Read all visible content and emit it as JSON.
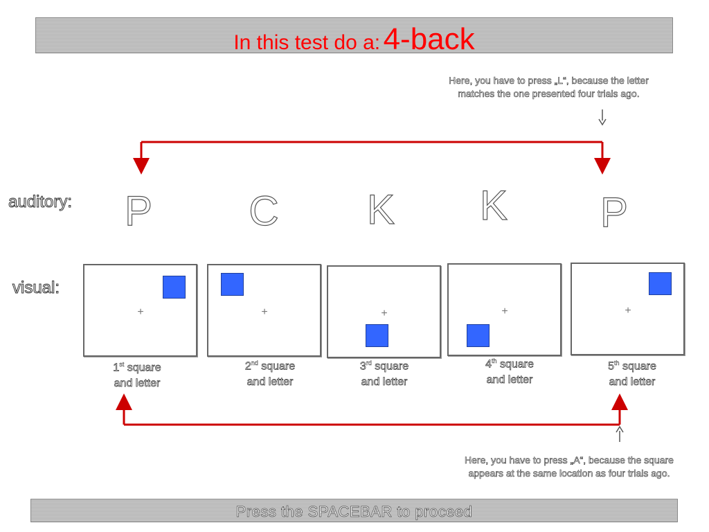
{
  "title": {
    "prefix": "In this test do a:",
    "emphasis": "4-back"
  },
  "top_note": "Here, you have to press „L“, because the letter\nmatches the one presented four  trials ago.",
  "bottom_note": "Here, you have to press „A“, because the square\nappears at the same location as four  trials ago.",
  "auditory_label": "auditory:",
  "visual_label": "visual:",
  "trials": [
    {
      "letter": "P",
      "ordinal": "1",
      "suffix": "st",
      "caption_rest": "square",
      "caption_line2": "and letter",
      "square_position": "top-right"
    },
    {
      "letter": "C",
      "ordinal": "2",
      "suffix": "nd",
      "caption_rest": "square",
      "caption_line2": "and letter",
      "square_position": "top-left"
    },
    {
      "letter": "K",
      "ordinal": "3",
      "suffix": "rd",
      "caption_rest": "square",
      "caption_line2": "and letter",
      "square_position": "bottom-center"
    },
    {
      "letter": "K",
      "ordinal": "4",
      "suffix": "th",
      "caption_rest": "square",
      "caption_line2": "and letter",
      "square_position": "bottom-left"
    },
    {
      "letter": "P",
      "ordinal": "5",
      "suffix": "th",
      "caption_rest": "square",
      "caption_line2": "and letter",
      "square_position": "top-right"
    }
  ],
  "footer": "Press the SPACEBAR to proceed",
  "colors": {
    "title": "#ff0000",
    "square": "#3366ff",
    "arrow": "#cc0000",
    "bar": "#c8c8c8"
  }
}
